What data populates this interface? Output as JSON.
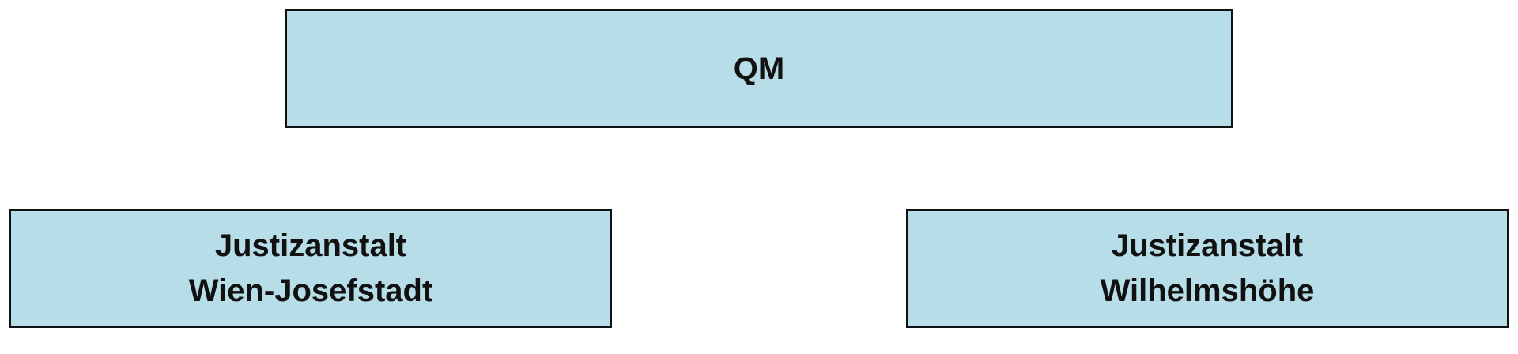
{
  "diagram": {
    "top_node": {
      "label": "QM"
    },
    "left_node": {
      "line1": "Justizanstalt",
      "line2": "Wien-Josefstadt"
    },
    "right_node": {
      "line1": "Justizanstalt",
      "line2": "Wilhelmshöhe"
    },
    "colors": {
      "box_fill": "#b7dde8",
      "box_border": "#111111",
      "text": "#111111",
      "background": "#ffffff"
    }
  }
}
